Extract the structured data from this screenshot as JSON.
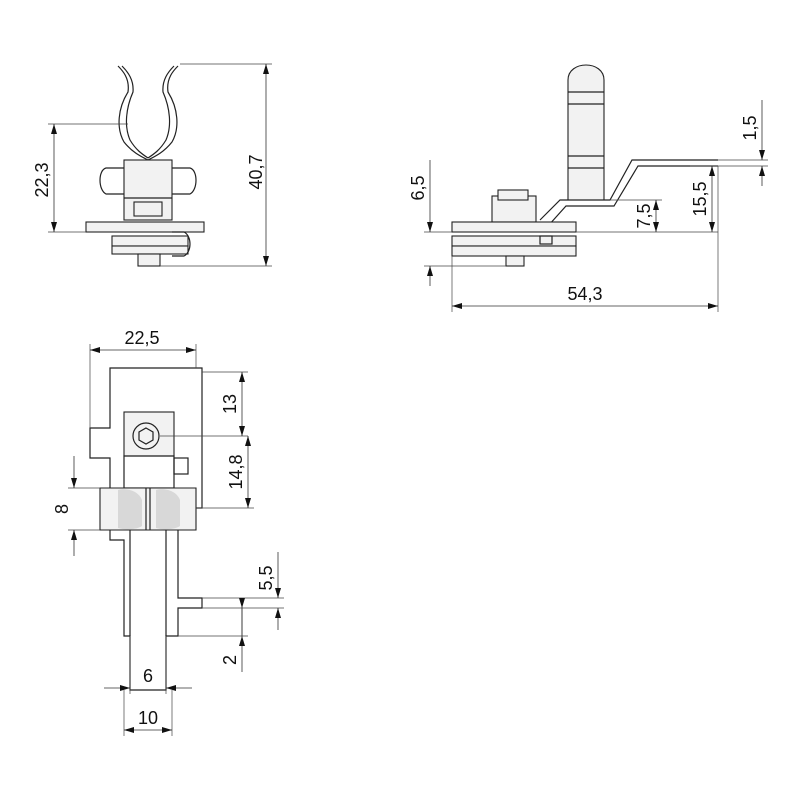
{
  "views": {
    "front": {
      "dim_height_total": "40,7",
      "dim_height_spring": "22,3"
    },
    "side": {
      "dim_length": "54,3",
      "dim_thickness": "1,5",
      "dim_h_tab": "15,5",
      "dim_h_step": "7,5",
      "dim_h_base": "6,5"
    },
    "top": {
      "dim_width": "22,5",
      "dim_upper": "13",
      "dim_mid": "14,8",
      "dim_knob": "8",
      "dim_slot": "5,5",
      "dim_tip": "2",
      "dim_inner_width": "6",
      "dim_outer_width": "10"
    }
  }
}
